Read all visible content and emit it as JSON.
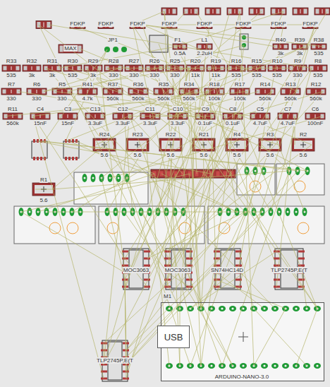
{
  "diagram": {
    "nodes": [
      {
        "text": [
          "M1",
          "ARDUINO-NANO-3.0"
        ]
      },
      {
        "text": [
          "USB"
        ],
        "in": 0
      }
    ],
    "labels": [
      "FDKP",
      "FDKP",
      "FDKP",
      "FDKP",
      "FDKP",
      "FDKP",
      "FDKP",
      "FDKP",
      "JP1",
      "F1",
      "L1",
      "R40",
      "R39",
      "R38",
      "MAX",
      "0.5A",
      "2.2uH",
      "3k",
      "3k",
      "535",
      "R33",
      "R32",
      "R31",
      "R30",
      "R29",
      "R28",
      "R27",
      "R26",
      "R25",
      "R20",
      "R19",
      "R16",
      "R15",
      "R10",
      "R9",
      "R8",
      "535",
      "3k",
      "3k",
      "535",
      "3k",
      "330",
      "330",
      "330",
      "330",
      "11k",
      "11k",
      "535",
      "535",
      "535",
      "330",
      "535",
      "R7",
      "R6",
      "R5",
      "R41",
      "R37",
      "R36",
      "R35",
      "R34",
      "R18",
      "R17",
      "R14",
      "R13",
      "R12",
      "330",
      "330",
      "330",
      "4.7k",
      "560k",
      "560k",
      "560k",
      "560k",
      "100k",
      "100k",
      "560k",
      "560k",
      "560k",
      "R11",
      "C4",
      "C3",
      "C13",
      "C12",
      "C11",
      "C10",
      "C9",
      "C8",
      "C5",
      "C7",
      "C6",
      "560k",
      "15nF",
      "15nF",
      "3.3uF",
      "3.3uF",
      "3.3uF",
      "3.3uF",
      "0.1uF",
      "0.1uF",
      "4.7uF",
      "4.7uF",
      "100nF",
      "R24",
      "R23",
      "R22",
      "R21",
      "R4",
      "R3",
      "R2",
      "5.6",
      "5.6",
      "5.6",
      "5.6",
      "5.6",
      "5.6",
      "5.6",
      "R1",
      "5.6",
      "MOC3063",
      "MOC3063",
      "SN74HC14D",
      "TLP2745P,E(T",
      "TLP2745P,E(T"
    ]
  }
}
